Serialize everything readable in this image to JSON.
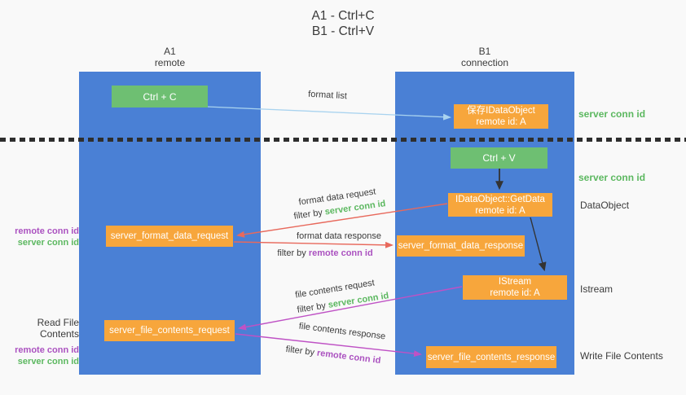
{
  "title": {
    "line1": "A1 - Ctrl+C",
    "line2": "B1 - Ctrl+V"
  },
  "lanes": {
    "left": {
      "header_line1": "A1",
      "header_line2": "remote"
    },
    "right": {
      "header_line1": "B1",
      "header_line2": "connection"
    }
  },
  "nodes": {
    "ctrl_c": {
      "label": "Ctrl + C"
    },
    "save_idataobject": {
      "line1": "保存IDataObject",
      "line2": "remote id: A"
    },
    "ctrl_v": {
      "label": "Ctrl + V"
    },
    "getdata": {
      "line1": "IDataObject::GetData",
      "line2": "remote id: A"
    },
    "format_request": {
      "label": "server_format_data_request"
    },
    "format_response": {
      "label": "server_format_data_response"
    },
    "istream": {
      "line1": "IStream",
      "line2": "remote id: A"
    },
    "file_request": {
      "label": "server_file_contents_request"
    },
    "file_response": {
      "label": "server_file_contents_response"
    }
  },
  "edge_labels": {
    "format_list": "format list",
    "format_data_request": "format data request",
    "format_data_response": "format data response",
    "file_contents_request": "file contents request",
    "file_contents_response": "file contents response",
    "filter_by": "filter by ",
    "server_conn_id": "server conn id",
    "remote_conn_id": "remote conn id"
  },
  "side_labels": {
    "right_server_conn_id_1": "server conn id",
    "right_server_conn_id_2": "server conn id",
    "data_object": "DataObject",
    "istream": "Istream",
    "write_file_contents": "Write File Contents",
    "read_file_contents": "Read File Contents",
    "left_remote_conn_id_1": "remote conn id",
    "left_server_conn_id_1": "server conn id",
    "left_remote_conn_id_2": "remote conn id",
    "left_server_conn_id_2": "server conn id"
  },
  "colors": {
    "lane_blue": "#4a80d5",
    "box_green": "#6ebf72",
    "box_orange": "#f7a63c",
    "text_green": "#5cb860",
    "text_purple": "#ab52c0",
    "arrow_blue": "#a9d3ef",
    "arrow_red": "#e8695c",
    "arrow_magenta": "#bf52c5",
    "arrow_black": "#333333"
  }
}
